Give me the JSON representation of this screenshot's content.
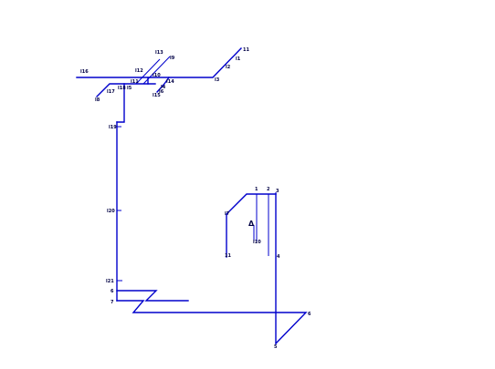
{
  "colors": {
    "background": "#ffffff",
    "pipe": "#0000cc",
    "label": "#000044"
  },
  "symbols": {
    "level_mark": "Δ"
  },
  "labels": {
    "n1": "1",
    "n2": "2",
    "n3": "3",
    "n4": "4",
    "n5": "5",
    "n6": "6",
    "n7": "7",
    "n11": "11",
    "nl1": "l1",
    "nl2": "l2",
    "nl3": "l3",
    "nl4": "l4",
    "nl5": "l5",
    "nl6": "l6",
    "nl7": "l7",
    "nl8": "l8",
    "nl9": "l9",
    "nl10": "l10",
    "nl11": "l11",
    "nl12": "l12",
    "nl13": "l13",
    "nl14": "l14",
    "nl15": "l15",
    "nl16": "l16",
    "nl17": "l17",
    "nl18": "l18",
    "nl19": "l19",
    "nl20": "l20",
    "nl21": "l21",
    "nb6": "6"
  }
}
